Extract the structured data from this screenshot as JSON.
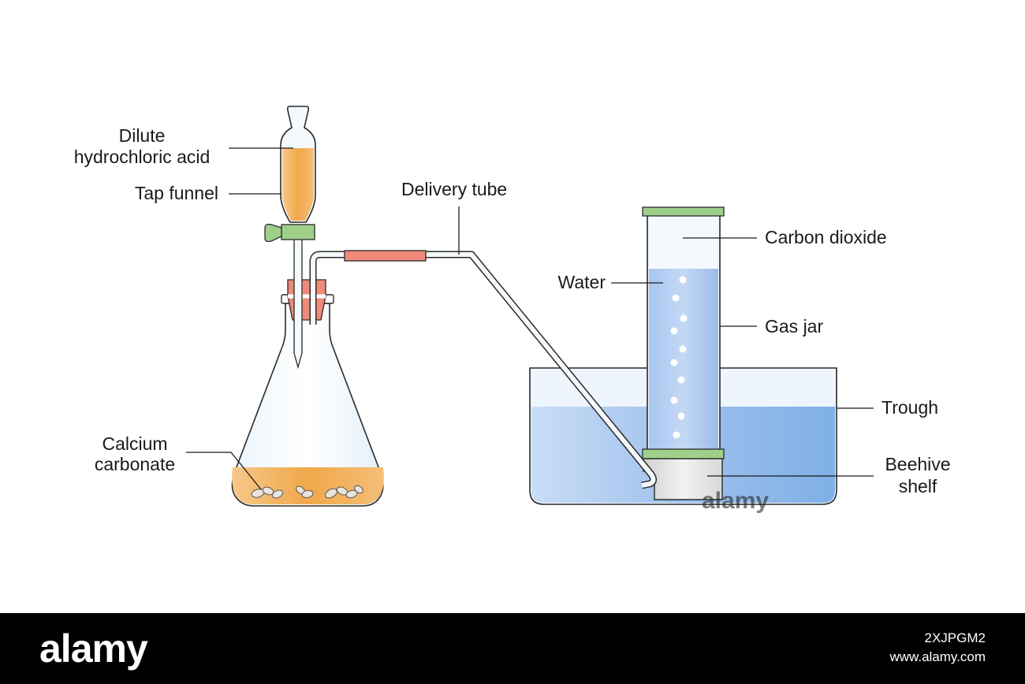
{
  "labels": {
    "dilute_line1": "Dilute",
    "dilute_line2": "hydrochloric acid",
    "tap_funnel": "Tap funnel",
    "delivery_tube": "Delivery tube",
    "carbon_dioxide": "Carbon dioxide",
    "water": "Water",
    "gas_jar": "Gas jar",
    "trough": "Trough",
    "beehive_line1": "Beehive",
    "beehive_line2": "shelf",
    "calcium_line1": "Calcium",
    "calcium_line2": "carbonate"
  },
  "watermark": "alamy",
  "footer": {
    "logo": "alamy",
    "image_id": "2XJPGM2",
    "site": "www.alamy.com"
  },
  "colors": {
    "acid": "#f0a84a",
    "water": "#8fb6e8",
    "stopper": "#f08a7a",
    "tap": "#9fd08a",
    "jar_cap": "#9fd08a"
  }
}
